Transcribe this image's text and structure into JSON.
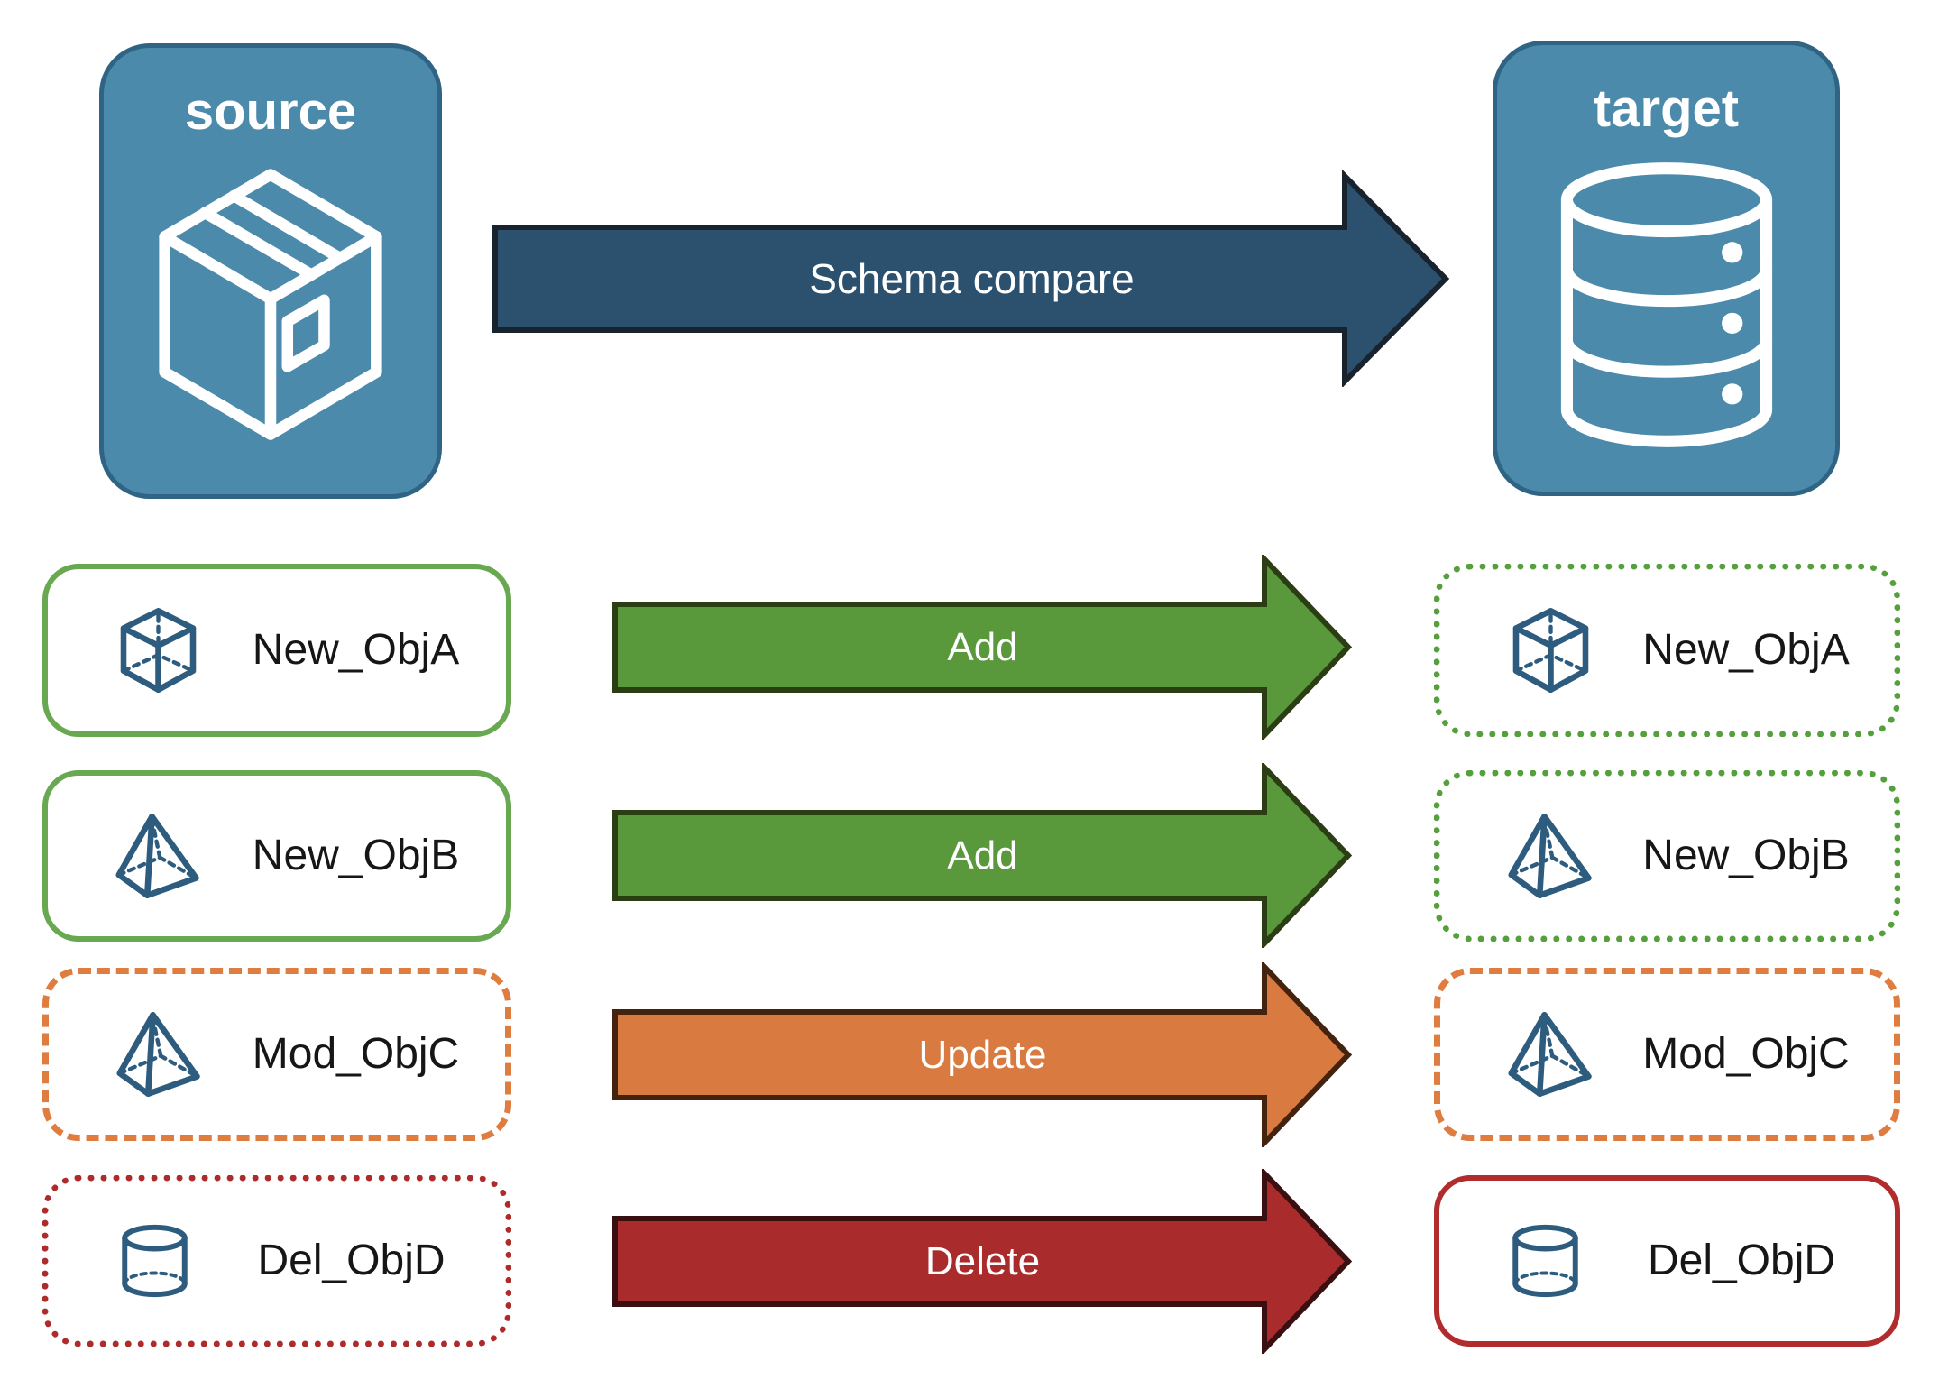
{
  "source_node": {
    "label": "source",
    "icon": "package-box-icon"
  },
  "target_node": {
    "label": "target",
    "icon": "database-icon"
  },
  "compare_arrow": {
    "label": "Schema compare"
  },
  "rows": [
    {
      "object": "New_ObjA",
      "icon": "cube-icon",
      "action": "Add",
      "source_box_style": "solid-green",
      "target_box_style": "dotted-green"
    },
    {
      "object": "New_ObjB",
      "icon": "pyramid-icon",
      "action": "Add",
      "source_box_style": "solid-green",
      "target_box_style": "dotted-green"
    },
    {
      "object": "Mod_ObjC",
      "icon": "pyramid-icon",
      "action": "Update",
      "source_box_style": "dashed-orange",
      "target_box_style": "dashed-orange"
    },
    {
      "object": "Del_ObjD",
      "icon": "cylinder-icon",
      "action": "Delete",
      "source_box_style": "dotted-red",
      "target_box_style": "solid-red"
    }
  ],
  "colors": {
    "node_fill": "#4C8AAC",
    "node_border": "#2F6484",
    "icon_blue": "#2E5C7E",
    "compare_navy": "#2B516F",
    "add_green": "#59983B",
    "solid_green_border": "#67A850",
    "dotted_green_border": "#55A03C",
    "update_orange": "#D97A40",
    "dashed_orange_border": "#DF7C40",
    "delete_red": "#AA2B2B",
    "dotted_red_border": "#AE2B2B",
    "solid_red_border": "#B12C2C"
  }
}
